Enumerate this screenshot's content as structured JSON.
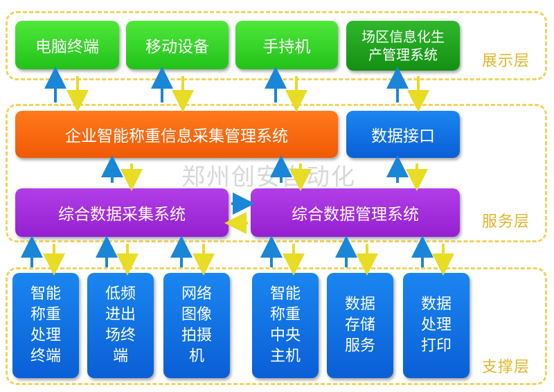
{
  "watermark": "郑州创安自动化",
  "layers": {
    "display": "展示层",
    "service": "服务层",
    "support": "支撑层"
  },
  "display_layer": {
    "pc": "电脑终端",
    "mobile": "移动设备",
    "handheld": "手持机",
    "site_system": "场区信息化生\n产管理系统"
  },
  "service_layer": {
    "enterprise_system": "企业智能称重信息采集管理系统",
    "data_interface": "数据接口",
    "collection_system": "综合数据采集系统",
    "management_system": "综合数据管理系统"
  },
  "support_layer": {
    "weighing_terminal": "智能\n称重\n处理\n终端",
    "lowfreq_terminal": "低频\n进出\n场终\n端",
    "network_camera": "网络\n图像\n拍摄\n机",
    "central_host": "智能\n称重\n中央\n主机",
    "storage_service": "数据\n存储\n服务",
    "print_service": "数据\n处理\n打印"
  },
  "colors": {
    "frame": "#f2d25a",
    "up_arrow": "#1a86d8",
    "down_arrow": "#e8dc24"
  }
}
